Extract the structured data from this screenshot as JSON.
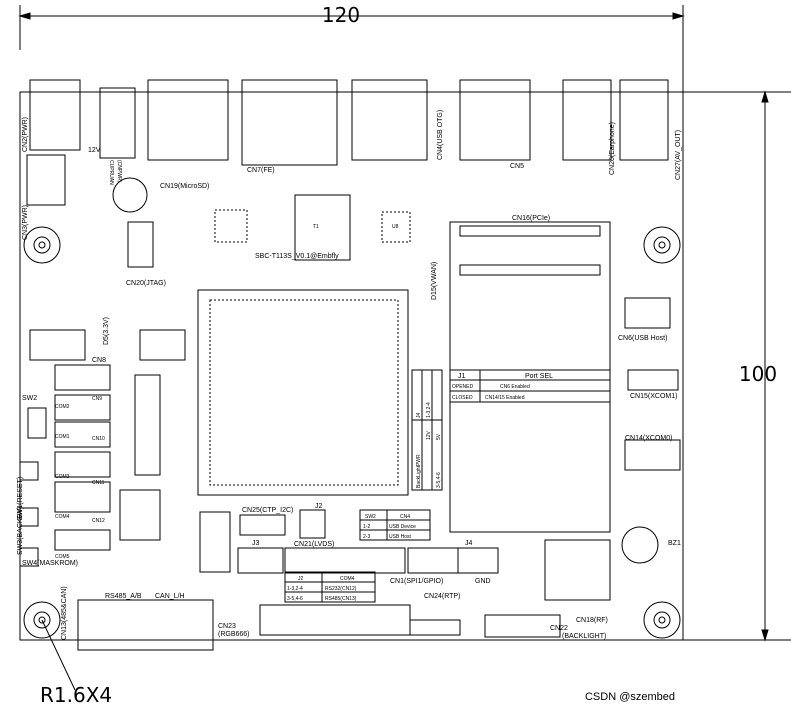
{
  "dimensions": {
    "width_label": "120",
    "height_label": "100",
    "hole_label": "R1.6X4"
  },
  "board_name": "SBC-T113S_V0.1@Embfly",
  "watermark": "CSDN @szembed",
  "connectors": {
    "cn2": "CN2(PWR)",
    "cn3": "CN3(PWR)",
    "dc12v": "12V",
    "cn19": "CN19(MicroSD)",
    "cn7": "CN7(FE)",
    "cn4": "CN4(USB OTG)",
    "cn5": "CN5",
    "cn26": "CN26(Earphone)",
    "cn27": "CN27(AV_OUT)",
    "cn20": "CN20(JTAG)",
    "cn16": "CN16(PCIe)",
    "d5": "D5(3.3V)",
    "d15": "D15(VWAN)",
    "cn6": "CN6(USB Host)",
    "cn15": "CN15(XCOM1)",
    "cn14": "CN14(XCOM0)",
    "cn8": "CN8",
    "cn9": "CN9",
    "cn10": "CN10",
    "cn11": "CN11",
    "cn12": "CN12",
    "com2": "COM2",
    "com1": "COM1",
    "com3": "COM3",
    "com4": "COM4",
    "com5": "COM5",
    "sw2": "SW2",
    "sw1": "SW1(RESET)",
    "sw3": "SW3(BACKEY)",
    "sw4": "SW4(MASKROM)",
    "cn25": "CN25(CTP_I2C)",
    "cn21": "CN21(LVDS)",
    "j3": "J3",
    "j4": "J4",
    "j2": "J2",
    "cn1": "CN1(SPI1/GPIO)",
    "gnd": "GND",
    "cn24": "CN24(RTP)",
    "rs485": "RS485_A/B",
    "can": "CAN_L/H",
    "cn13": "CN13(485&CAN)",
    "cn23": "CN23",
    "rgb666": "(RGB666)",
    "cn18": "CN18(RF)",
    "cn22": "CN22",
    "backlight": "(BACKLIGHT)",
    "bz1": "BZ1",
    "cupruan": "CUPRUAN",
    "cnpwr": "(CNPWR)",
    "u8": "U8",
    "t1": "T1"
  },
  "port_sel_table": {
    "headers": [
      "J1",
      "Port SEL"
    ],
    "rows": [
      [
        "OPENED",
        "CN6 Enabled"
      ],
      [
        "CLOSED",
        "CN14/15 Enabled"
      ]
    ]
  },
  "sw2_table": {
    "headers": [
      "SW2",
      "CN4"
    ],
    "rows": [
      [
        "1-2",
        "USB Device"
      ],
      [
        "2-3",
        "USB Host"
      ]
    ]
  },
  "j2_table": {
    "headers": [
      "J2",
      "COM4"
    ],
    "rows": [
      [
        "1-3,2-4",
        "RS232(CN12)"
      ],
      [
        "3-5,4-6",
        "RS485(CN13)"
      ]
    ]
  },
  "j4_table": {
    "headers": [
      "J4",
      "BackLightPWR"
    ],
    "rows": [
      [
        "1-3,2-4",
        "12V"
      ],
      [
        "3-5,4-6",
        "5V"
      ]
    ]
  }
}
